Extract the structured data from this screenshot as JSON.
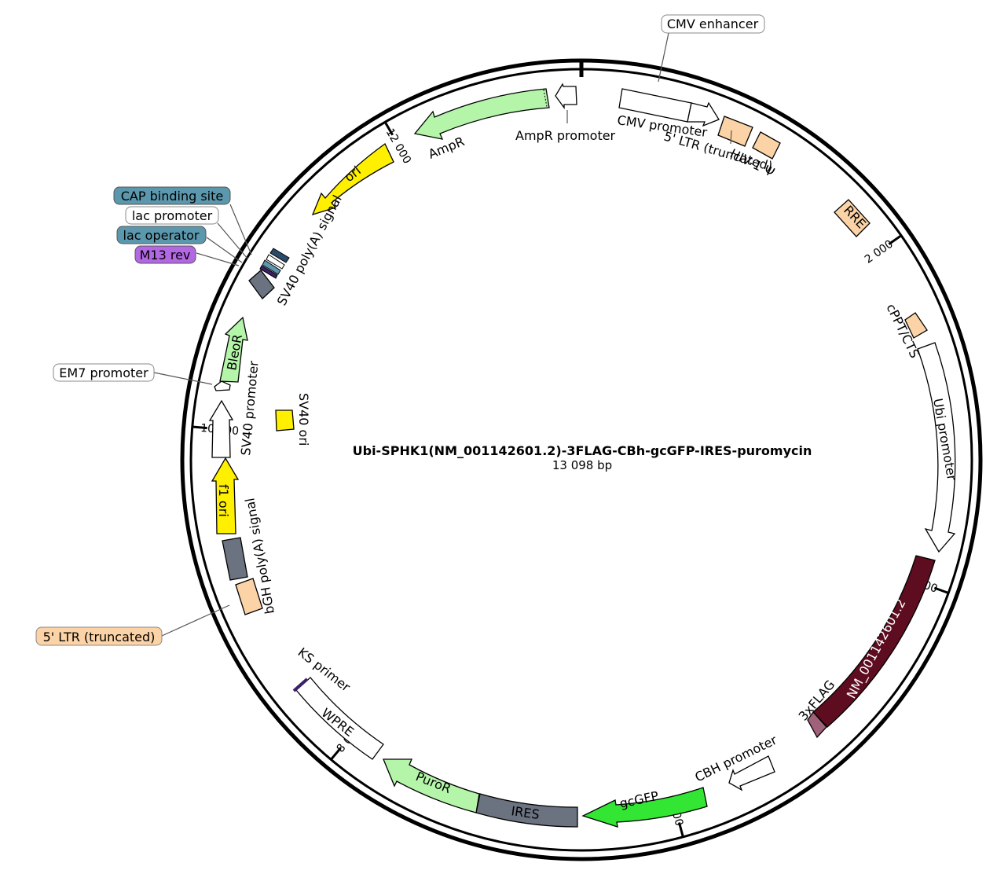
{
  "plasmid": {
    "name": "Ubi-SPHK1(NM_001142601.2)-3FLAG-CBh-gcGFP-IRES-puromycin",
    "length_label": "13 098 bp",
    "length_bp": 13098
  },
  "ticks": [
    {
      "bp": 2000,
      "label": "2 000"
    },
    {
      "bp": 4000,
      "label": "4 000"
    },
    {
      "bp": 6000,
      "label": "6 000"
    },
    {
      "bp": 8000,
      "label": "8 000"
    },
    {
      "bp": 10000,
      "label": "10 000"
    },
    {
      "bp": 12000,
      "label": "12 000"
    }
  ],
  "colors": {
    "promoter": "#ffffff",
    "ltr": "#fbd3a6",
    "cds_light": "#b4f5a9",
    "ori": "#ffef00",
    "polyA": "#6b7280",
    "gfp": "#33e633",
    "sphk1": "#5e0c1f",
    "flag": "#a0627a",
    "cap": "#5b97ad",
    "m13": "#b368e3"
  },
  "features": [
    {
      "name": "CMV enhancer",
      "callout": true
    },
    {
      "name": "CMV promoter"
    },
    {
      "name": "5' LTR (truncated)"
    },
    {
      "name": "HIV-1 Ψ"
    },
    {
      "name": "RRE"
    },
    {
      "name": "cPPT/CTS"
    },
    {
      "name": "Ubi promoter"
    },
    {
      "name": "NM_001142601.2"
    },
    {
      "name": "3xFLAG"
    },
    {
      "name": "CBH promoter"
    },
    {
      "name": "gcGFP"
    },
    {
      "name": "IRES"
    },
    {
      "name": "PuroR"
    },
    {
      "name": "WPRE"
    },
    {
      "name": "KS primer"
    },
    {
      "name": "5' LTR (truncated)",
      "callout": true
    },
    {
      "name": "bGH poly(A) signal"
    },
    {
      "name": "f1 ori"
    },
    {
      "name": "SV40 promoter"
    },
    {
      "name": "EM7 promoter",
      "callout": true
    },
    {
      "name": "BleoR"
    },
    {
      "name": "SV40 ori"
    },
    {
      "name": "SV40 poly(A) signal"
    },
    {
      "name": "M13 rev",
      "callout": true
    },
    {
      "name": "lac operator",
      "callout": true
    },
    {
      "name": "lac promoter",
      "callout": true
    },
    {
      "name": "CAP binding site",
      "callout": true
    },
    {
      "name": "ori"
    },
    {
      "name": "AmpR"
    },
    {
      "name": "AmpR promoter"
    }
  ]
}
